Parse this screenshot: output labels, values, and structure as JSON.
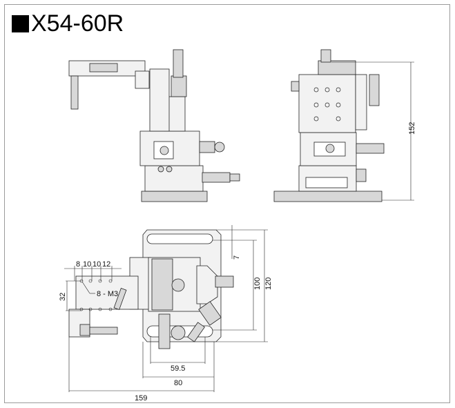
{
  "title": "X54-60R",
  "title_marker": "black-square",
  "views": {
    "front": {},
    "side": {
      "height_dim": "152"
    },
    "bottom": {
      "dims": {
        "overall_width": "159",
        "base_width": "80",
        "slot_span": "59.5",
        "slot_pitch_vertical": "100",
        "base_height": "120",
        "slot_offset": "7",
        "hole_spacing_vertical": "32",
        "hole_spacing_1": "8",
        "hole_spacing_2": "10",
        "hole_spacing_3": "10",
        "hole_spacing_4": "12",
        "tap_holes": "8 - M3"
      }
    }
  }
}
